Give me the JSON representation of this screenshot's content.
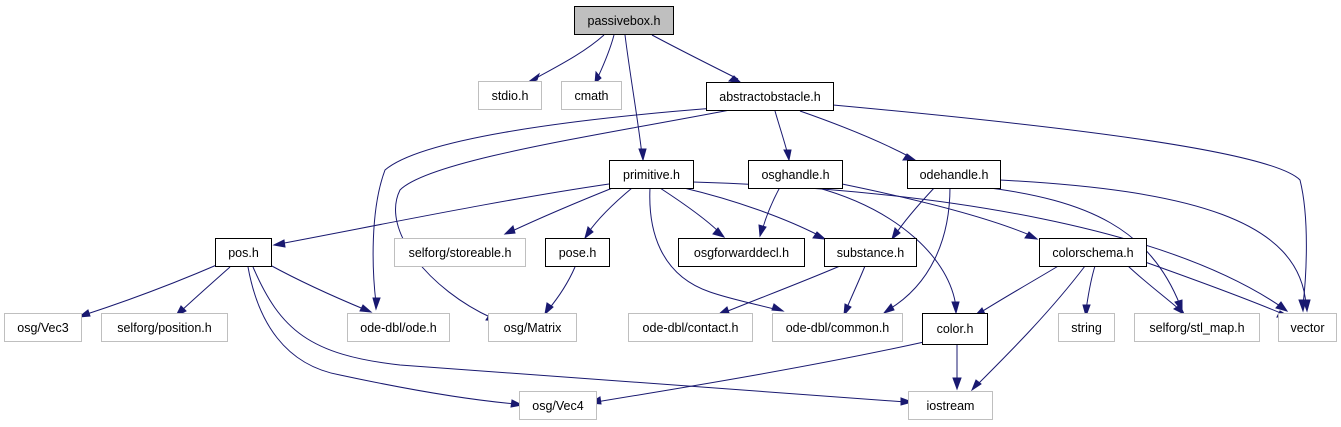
{
  "nodes": {
    "passivebox": {
      "label": "passivebox.h",
      "kind": "root"
    },
    "stdio": {
      "label": "stdio.h",
      "kind": "external"
    },
    "cmath": {
      "label": "cmath",
      "kind": "external"
    },
    "abstractobstacle": {
      "label": "abstractobstacle.h",
      "kind": "documented"
    },
    "primitive": {
      "label": "primitive.h",
      "kind": "documented"
    },
    "osghandle": {
      "label": "osghandle.h",
      "kind": "documented"
    },
    "odehandle": {
      "label": "odehandle.h",
      "kind": "documented"
    },
    "pos": {
      "label": "pos.h",
      "kind": "documented"
    },
    "storeable": {
      "label": "selforg/storeable.h",
      "kind": "external"
    },
    "pose": {
      "label": "pose.h",
      "kind": "documented"
    },
    "osgforwarddecl": {
      "label": "osgforwarddecl.h",
      "kind": "documented"
    },
    "substance": {
      "label": "substance.h",
      "kind": "documented"
    },
    "colorschema": {
      "label": "colorschema.h",
      "kind": "documented"
    },
    "vec3": {
      "label": "osg/Vec3",
      "kind": "external"
    },
    "position": {
      "label": "selforg/position.h",
      "kind": "external"
    },
    "ode": {
      "label": "ode-dbl/ode.h",
      "kind": "external"
    },
    "matrix": {
      "label": "osg/Matrix",
      "kind": "external"
    },
    "contact": {
      "label": "ode-dbl/contact.h",
      "kind": "external"
    },
    "common": {
      "label": "ode-dbl/common.h",
      "kind": "external"
    },
    "color": {
      "label": "color.h",
      "kind": "documented"
    },
    "string": {
      "label": "string",
      "kind": "external"
    },
    "stlmap": {
      "label": "selforg/stl_map.h",
      "kind": "external"
    },
    "vector": {
      "label": "vector",
      "kind": "external"
    },
    "vec4": {
      "label": "osg/Vec4",
      "kind": "external"
    },
    "iostream": {
      "label": "iostream",
      "kind": "external"
    }
  },
  "edges": [
    [
      "passivebox",
      "stdio"
    ],
    [
      "passivebox",
      "cmath"
    ],
    [
      "passivebox",
      "abstractobstacle"
    ],
    [
      "passivebox",
      "primitive"
    ],
    [
      "abstractobstacle",
      "ode"
    ],
    [
      "abstractobstacle",
      "matrix"
    ],
    [
      "abstractobstacle",
      "osghandle"
    ],
    [
      "abstractobstacle",
      "odehandle"
    ],
    [
      "abstractobstacle",
      "vector"
    ],
    [
      "primitive",
      "pos"
    ],
    [
      "primitive",
      "storeable"
    ],
    [
      "primitive",
      "pose"
    ],
    [
      "primitive",
      "osgforwarddecl"
    ],
    [
      "primitive",
      "substance"
    ],
    [
      "primitive",
      "common"
    ],
    [
      "primitive",
      "vector"
    ],
    [
      "osghandle",
      "osgforwarddecl"
    ],
    [
      "osghandle",
      "colorschema"
    ],
    [
      "osghandle",
      "color"
    ],
    [
      "odehandle",
      "substance"
    ],
    [
      "odehandle",
      "common"
    ],
    [
      "odehandle",
      "stlmap"
    ],
    [
      "odehandle",
      "vector"
    ],
    [
      "pos",
      "vec3"
    ],
    [
      "pos",
      "position"
    ],
    [
      "pos",
      "ode"
    ],
    [
      "pos",
      "vec4"
    ],
    [
      "pos",
      "iostream"
    ],
    [
      "pose",
      "matrix"
    ],
    [
      "substance",
      "contact"
    ],
    [
      "substance",
      "common"
    ],
    [
      "colorschema",
      "color"
    ],
    [
      "colorschema",
      "string"
    ],
    [
      "colorschema",
      "stlmap"
    ],
    [
      "colorschema",
      "vector"
    ],
    [
      "colorschema",
      "iostream"
    ],
    [
      "color",
      "vec4"
    ],
    [
      "color",
      "iostream"
    ]
  ]
}
